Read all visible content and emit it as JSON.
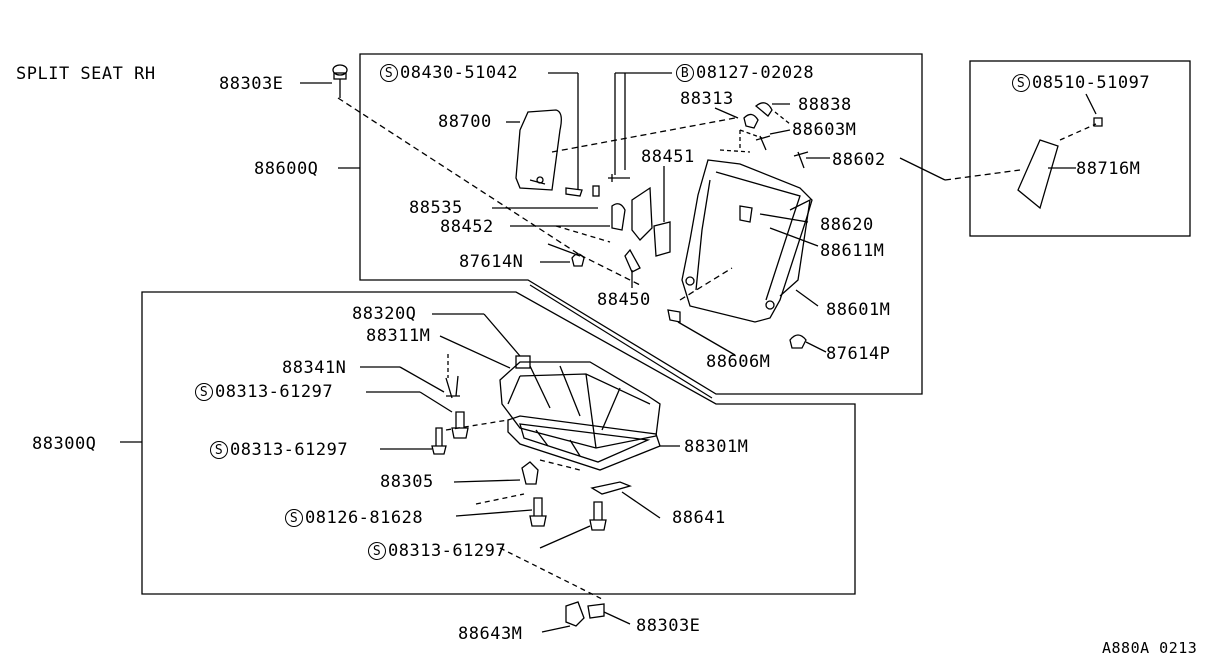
{
  "diagram_title": "SPLIT SEAT RH",
  "footer_code": "A880A 0213",
  "labels": {
    "p88303E_top": "88303E",
    "p88600Q": "88600Q",
    "p08430": "08430-51042",
    "p08127": "08127-02028",
    "p88313": "88313",
    "p88838": "88838",
    "p88603M": "88603M",
    "p88700": "88700",
    "p88451": "88451",
    "p88602": "88602",
    "p88535": "88535",
    "p88452": "88452",
    "p88620": "88620",
    "p88611M": "88611M",
    "p87614N": "87614N",
    "p88450": "88450",
    "p88601M": "88601M",
    "p88606M": "88606M",
    "p87614P": "87614P",
    "p08510": "08510-51097",
    "p88716M": "88716M",
    "p88320Q": "88320Q",
    "p88311M": "88311M",
    "p88341N": "88341N",
    "p08313_a": "08313-61297",
    "p88300Q": "88300Q",
    "p08313_b": "08313-61297",
    "p88301M": "88301M",
    "p88305": "88305",
    "p08126": "08126-81628",
    "p88641": "88641",
    "p08313_c": "08313-61297",
    "p88643M": "88643M",
    "p88303E_bot": "88303E"
  },
  "symbols": {
    "s": "S",
    "b": "B"
  }
}
